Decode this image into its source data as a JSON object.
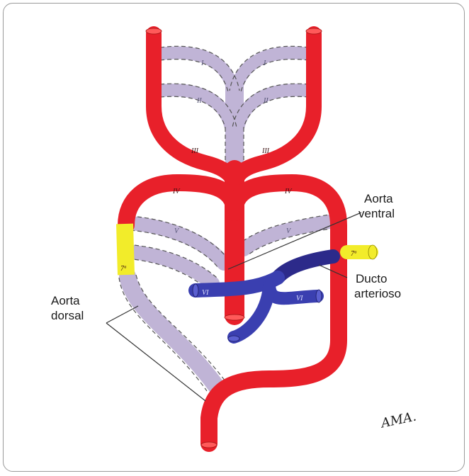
{
  "labels": {
    "aorta_ventral": [
      "Aorta",
      "ventral"
    ],
    "ducto_arterioso": [
      "Ducto",
      "arterioso"
    ],
    "aorta_dorsal": [
      "Aorta",
      "dorsal"
    ]
  },
  "arches": {
    "I": "I",
    "II": "II",
    "III": "III",
    "IV": "IV",
    "V": "V",
    "VI": "VI",
    "seventh_left": "7ª",
    "seventh_right": "7ª"
  },
  "signature": "AMA.",
  "colors": {
    "artery_red": "#e8202a",
    "regressed_lilac": "#c0b4d6",
    "segment_yellow": "#f2ec2a",
    "pulmonary_blue": "#3a3fb0",
    "ductus_navy": "#2c2a8a"
  }
}
